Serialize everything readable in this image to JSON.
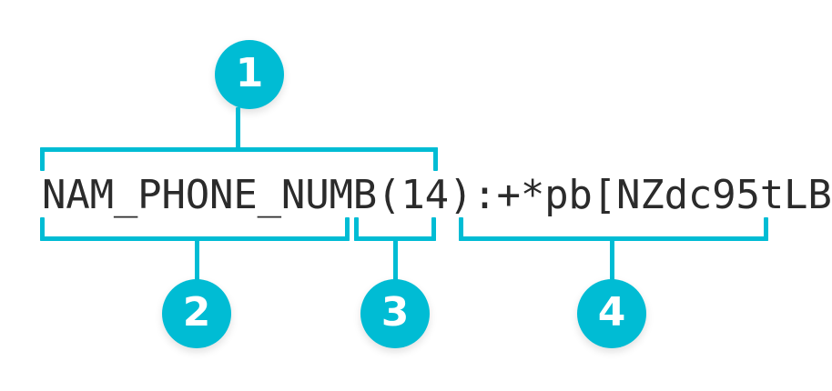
{
  "theme": {
    "accent": "#00bcd4",
    "text": "#2b2b2b",
    "background": "#ffffff",
    "badge_text": "#ffffff"
  },
  "diagram": {
    "type": "annotated-string-breakdown",
    "full_string": "NAM_PHONE_NUMB(14):+*pb[NZdc95tLB",
    "segments": [
      {
        "id": "whole",
        "callout": "1",
        "text": "NAM_PHONE_NUMB(14)",
        "position": "top",
        "char_start": 0,
        "char_end": 18
      },
      {
        "id": "field-name",
        "callout": "2",
        "text": "NAM_PHONE_NUMB",
        "position": "bottom",
        "char_start": 0,
        "char_end": 14
      },
      {
        "id": "length",
        "callout": "3",
        "text": "(14)",
        "position": "bottom",
        "char_start": 14,
        "char_end": 18
      },
      {
        "id": "value",
        "callout": "4",
        "text": ":+*pb[NZdc95tLB",
        "position": "bottom",
        "char_start": 18,
        "char_end": 33
      }
    ],
    "code": {
      "part_1": "NAM_PHONE_NUMB",
      "part_2": "(14)",
      "part_3": ":+*pb[NZdc95tLB"
    },
    "badges": [
      {
        "label": "1"
      },
      {
        "label": "2"
      },
      {
        "label": "3"
      },
      {
        "label": "4"
      }
    ]
  }
}
